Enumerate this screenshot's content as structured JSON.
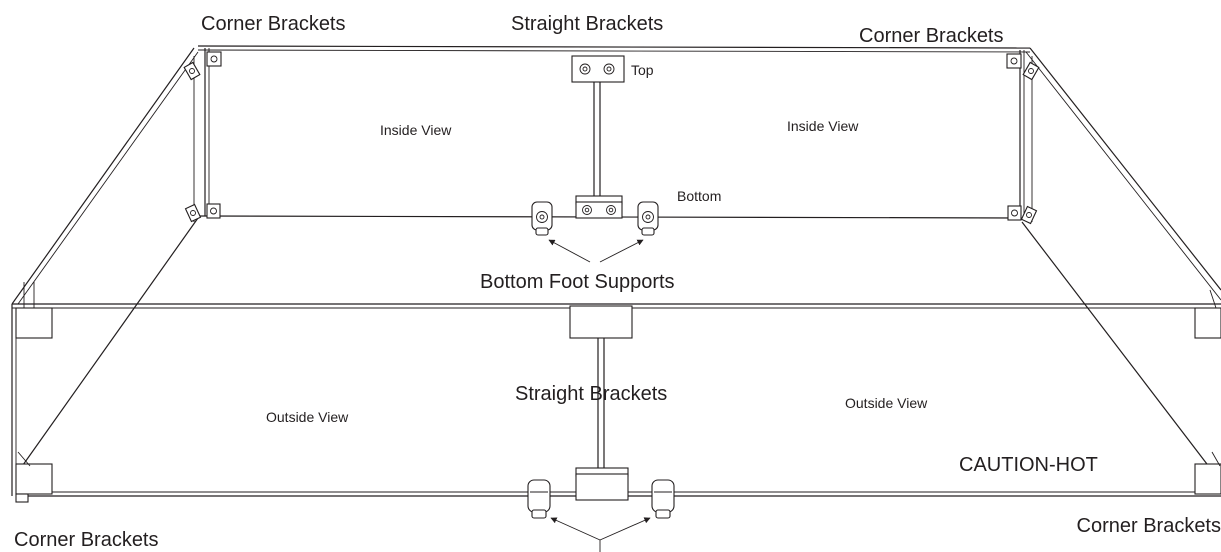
{
  "labels": {
    "corner_top_left": "Corner Brackets",
    "straight_top": "Straight Brackets",
    "corner_top_right": "Corner Brackets",
    "top": "Top",
    "inside_left": "Inside View",
    "inside_right": "Inside View",
    "bottom": "Bottom",
    "bottom_foot_supports": "Bottom Foot Supports",
    "straight_bottom": "Straight Brackets",
    "outside_left": "Outside View",
    "outside_right": "Outside View",
    "caution": "CAUTION-HOT",
    "corner_bottom_left": "Corner Brackets",
    "corner_bottom_right": "Corner Brackets"
  }
}
